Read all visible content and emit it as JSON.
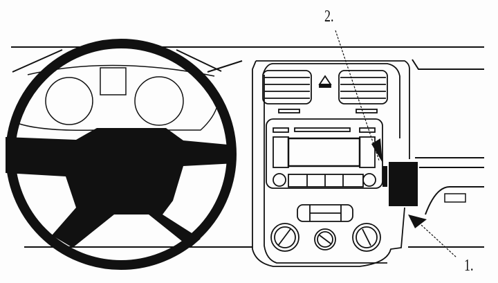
{
  "diagram": {
    "type": "car dashboard mounting diagram (line drawing)",
    "labels": [
      {
        "id": "1",
        "text": "1.",
        "points_to": "lower mounting point below holder"
      },
      {
        "id": "2",
        "text": "2.",
        "points_to": "upper mounting point beside radio"
      }
    ],
    "components": [
      "steering-wheel",
      "instrument-cluster",
      "center-console",
      "air-vents",
      "radio",
      "climate-controls",
      "device-holder",
      "glovebox"
    ],
    "colors": {
      "ink": "#111111",
      "background": "#fdfdfd"
    }
  }
}
